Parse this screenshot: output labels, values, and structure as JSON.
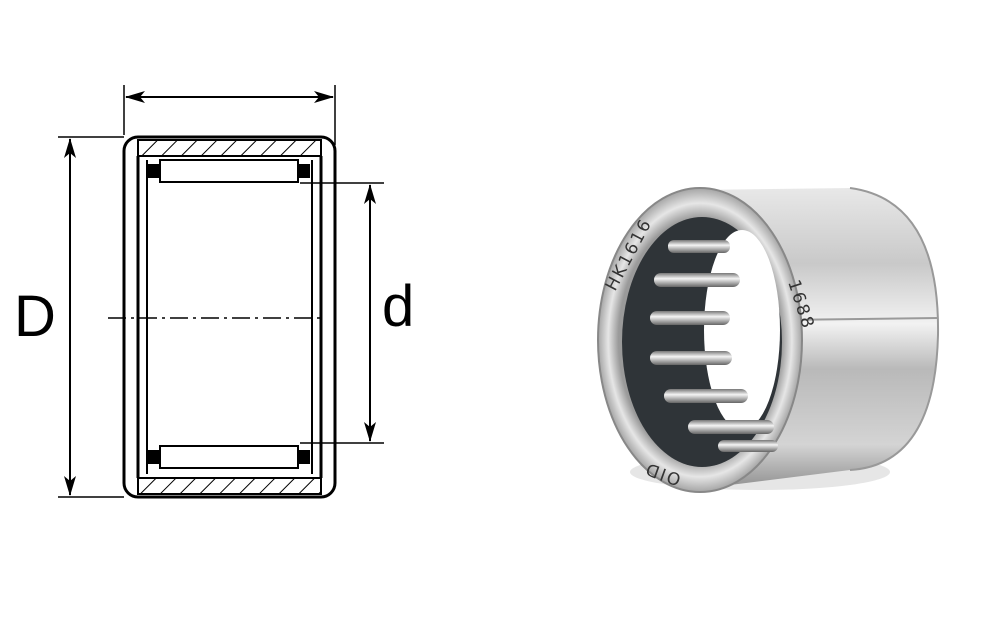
{
  "drawing": {
    "outer_diameter_label": "D",
    "inner_diameter_label": "d"
  },
  "photo": {
    "markings": [
      "HK1616",
      "1688",
      "OID"
    ]
  }
}
